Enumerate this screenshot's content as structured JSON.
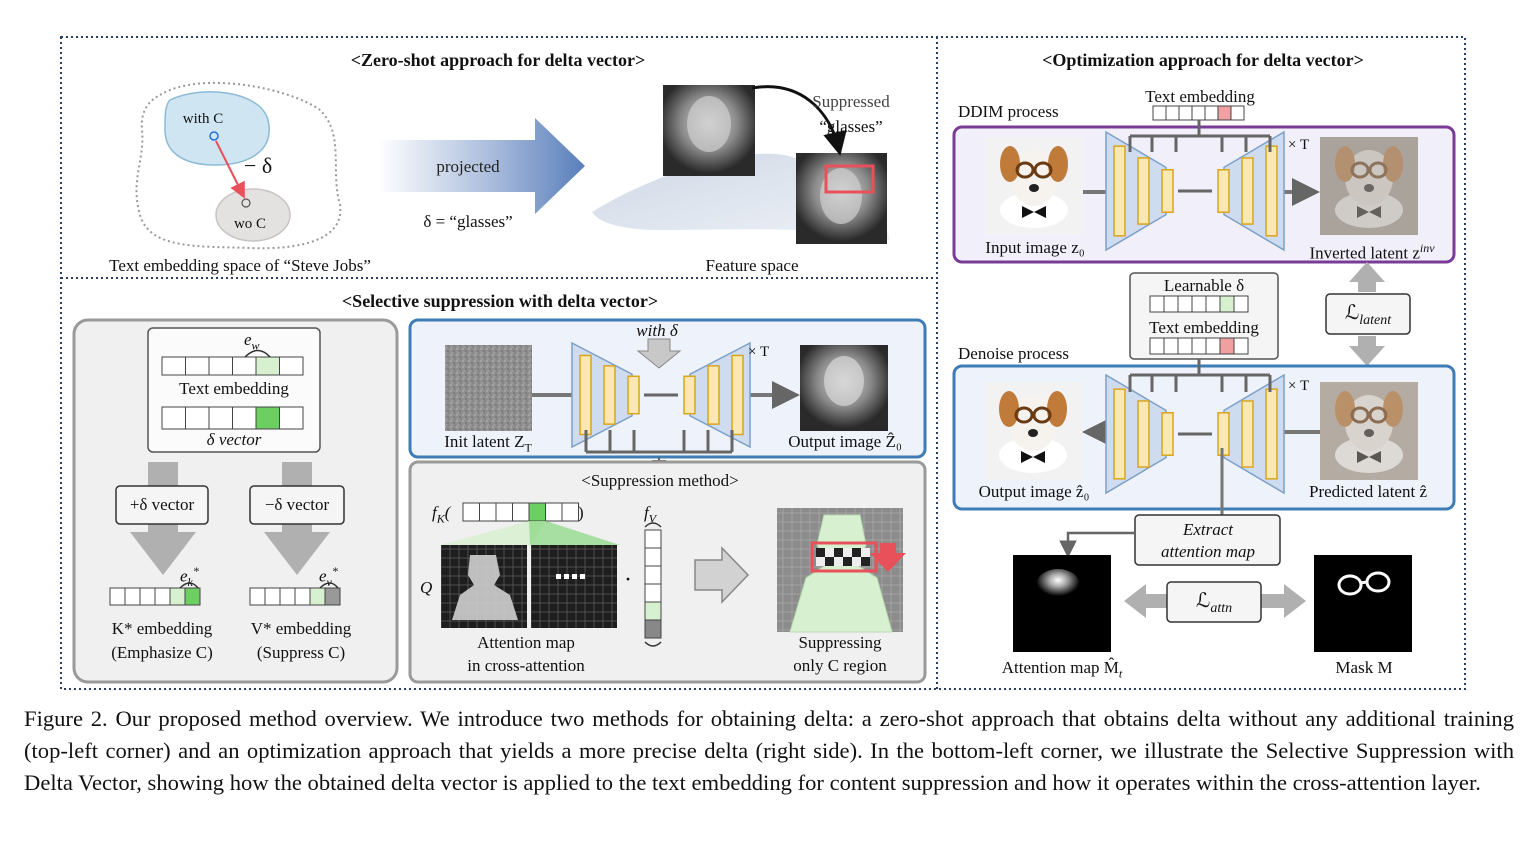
{
  "zero_shot": {
    "title": "<Zero-shot approach for delta vector>",
    "with_c": "with C",
    "wo_c": "wo C",
    "minus_delta": "− δ",
    "embedding_space_label": "Text embedding space of “Steve Jobs”",
    "projected": "projected",
    "delta_eq": "δ = “glasses”",
    "suppressed": "Suppressed",
    "suppressed_glasses": "“glasses”",
    "feature_space": "Feature space"
  },
  "optimization": {
    "title": "<Optimization approach for delta vector>",
    "ddim_process": "DDIM process",
    "text_embedding": "Text embedding",
    "times_t": "× T",
    "input_image": "Input image z₀",
    "inverted_latent": "Inverted latent z",
    "inv_sup": "inv",
    "learnable_delta": "Learnable δ",
    "text_embedding_2": "Text embedding",
    "loss_latent": "ℒ",
    "loss_latent_sub": "latent",
    "denoise_process": "Denoise process",
    "output_image": "Output image ẑ₀",
    "predicted_latent": "Predicted latent ẑ",
    "extract_1": "Extract",
    "extract_2": "attention map",
    "loss_attn": "ℒ",
    "loss_attn_sub": "attn",
    "attention_map": "Attention map M̂",
    "attention_map_sub": "t",
    "mask": "Mask M"
  },
  "selective": {
    "title": "<Selective suppression with delta vector>",
    "ew": "e",
    "ew_sub": "w",
    "text_embedding": "Text embedding",
    "delta_vector": "δ vector",
    "plus_delta": "+δ vector",
    "minus_delta": "−δ vector",
    "ek": "e",
    "ek_sub": "k",
    "ev": "e",
    "ev_sub": "v",
    "k_embedding": "K* embedding",
    "emphasize": "(Emphasize C)",
    "v_embedding": "V* embedding",
    "suppress": "(Suppress C)",
    "with_delta": "with δ",
    "times_t": "× T",
    "init_latent": "Init latent Z",
    "init_latent_sub": "T",
    "output_image": "Output image Ẑ₀",
    "suppression_method": "<Suppression method>",
    "fk": "f",
    "fk_sub": "K",
    "fv": "f",
    "fv_sub": "V",
    "q": "Q",
    "dot": "·",
    "attn_map_1": "Attention map",
    "attn_map_2": "in cross-attention",
    "suppressing_1": "Suppressing",
    "suppressing_2": "only C region"
  },
  "caption": "Figure 2. Our proposed method overview. We introduce two methods for obtaining delta: a zero-shot approach that obtains delta without any additional training (top-left corner) and an optimization approach that yields a more precise delta (right side). In the bottom-left corner, we illustrate the Selective Suppression with Delta Vector, showing how the obtained delta vector is applied to the text embedding for content suppression and how it operates within the cross-attention layer.",
  "colors": {
    "frame_dots": "#2b3e66",
    "ddim_border": "#7a3b96",
    "denoise_border": "#3d7cb5",
    "panel_gray": "#f0f0f0",
    "light_blue_fill": "#eef2fa",
    "unet_block": "#fbe7b0",
    "unet_border": "#d9a520",
    "light_green": "#d7f0cf",
    "green": "#6ccf62",
    "pink": "#f0a0a0",
    "red": "#e8505a",
    "arrow_gray": "#b0b0b0"
  }
}
